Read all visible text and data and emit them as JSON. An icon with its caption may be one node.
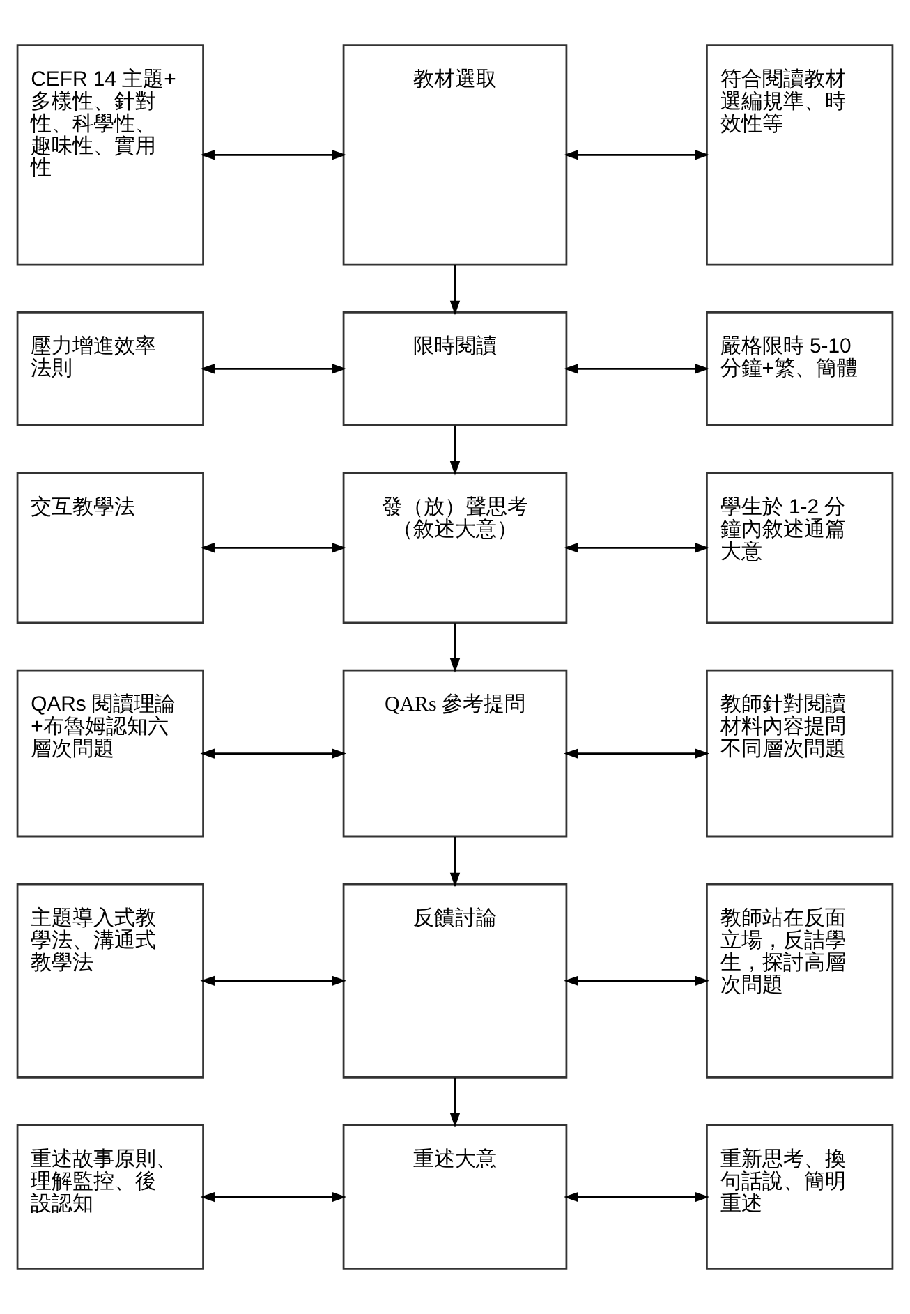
{
  "diagram": {
    "nodes": [
      {
        "text": [
          "CEFR 14 主題+多樣性、針對性、科學性、趣味性、實用性"
        ]
      },
      {
        "text": [
          "教材選取"
        ]
      },
      {
        "text": [
          "符合閱讀教材選編規準、時效性等"
        ]
      },
      {
        "text": [
          "壓力增進效率法則"
        ]
      },
      {
        "text": [
          "限時閱讀"
        ]
      },
      {
        "text": [
          "嚴格限時 5-10 分鐘+繁、簡體"
        ]
      },
      {
        "text": [
          "交互教學法"
        ]
      },
      {
        "text": [
          "發（放）聲思考（敘述大意）"
        ]
      },
      {
        "text": [
          "學生於 1-2 分鐘內敘述通篇大意"
        ]
      },
      {
        "text": [
          "QARs 閱讀理論+布魯姆認知六層次問題"
        ]
      },
      {
        "text": [
          "QARs 參考提問"
        ]
      },
      {
        "text": [
          "教師針對閱讀材料內容提問不同層次問題"
        ]
      },
      {
        "text": [
          "主題導入式教學法、溝通式教學法"
        ]
      },
      {
        "text": [
          "反饋討論"
        ]
      },
      {
        "text": [
          "教師站在反面立場，反詰學生，探討高層次問題"
        ]
      },
      {
        "text": [
          "重述故事原則、理解監控、後設認知"
        ]
      },
      {
        "text": [
          "重述大意"
        ]
      },
      {
        "text": [
          "重新思考、換句話說、簡明重述"
        ]
      }
    ],
    "edges": [
      {
        "from": 0,
        "to": 1,
        "arrow": "both"
      },
      {
        "from": 1,
        "to": 2,
        "arrow": "both"
      },
      {
        "from": 1,
        "to": 4,
        "arrow": "to"
      },
      {
        "from": 3,
        "to": 4,
        "arrow": "both"
      },
      {
        "from": 4,
        "to": 5,
        "arrow": "both"
      },
      {
        "from": 4,
        "to": 7,
        "arrow": "to"
      },
      {
        "from": 6,
        "to": 7,
        "arrow": "both"
      },
      {
        "from": 7,
        "to": 8,
        "arrow": "both"
      },
      {
        "from": 7,
        "to": 10,
        "arrow": "to"
      },
      {
        "from": 9,
        "to": 10,
        "arrow": "both"
      },
      {
        "from": 10,
        "to": 11,
        "arrow": "both"
      },
      {
        "from": 10,
        "to": 13,
        "arrow": "to"
      },
      {
        "from": 12,
        "to": 13,
        "arrow": "both"
      },
      {
        "from": 13,
        "to": 14,
        "arrow": "both"
      },
      {
        "from": 13,
        "to": 16,
        "arrow": "to"
      },
      {
        "from": 15,
        "to": 16,
        "arrow": "both"
      },
      {
        "from": 16,
        "to": 17,
        "arrow": "both"
      }
    ]
  }
}
